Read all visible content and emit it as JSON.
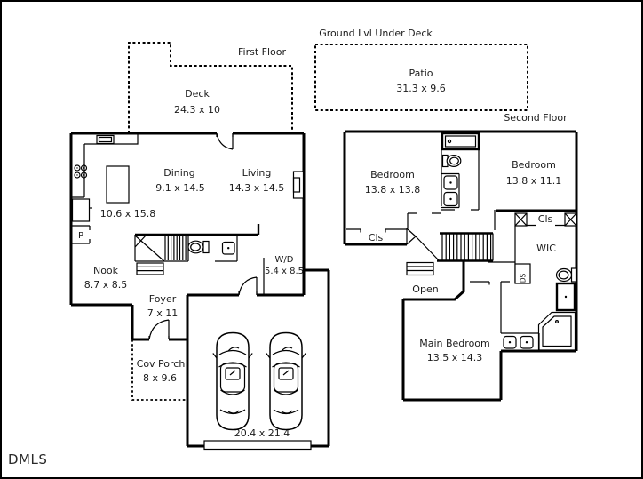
{
  "watermark": "DMLS",
  "captions": {
    "ground_lvl": "Ground Lvl Under Deck",
    "first_floor": "First Floor",
    "second_floor": "Second Floor"
  },
  "patio": {
    "name": "Patio",
    "dims": "31.3 x 9.6"
  },
  "first_floor": {
    "deck": {
      "name": "Deck",
      "dims": "24.3 x 10"
    },
    "dining": {
      "name": "Dining",
      "dims": "9.1 x 14.5"
    },
    "living": {
      "name": "Living",
      "dims": "14.3 x 14.5"
    },
    "kitchen": {
      "dims": "10.6 x 15.8"
    },
    "pantry": {
      "name": "P"
    },
    "nook": {
      "name": "Nook",
      "dims": "8.7 x 8.5"
    },
    "foyer": {
      "name": "Foyer",
      "dims": "7 x 11"
    },
    "laundry": {
      "name": "W/D",
      "dims": "5.4 x 8.5"
    },
    "cov_porch": {
      "name": "Cov Porch",
      "dims": "8 x 9.6"
    },
    "garage": {
      "dims": "20.4 x 21.4"
    }
  },
  "second_floor": {
    "bedroom_left": {
      "name": "Bedroom",
      "dims": "13.8 x 13.8"
    },
    "bedroom_right": {
      "name": "Bedroom",
      "dims": "13.8 x 11.1"
    },
    "closet_left": {
      "name": "Cls"
    },
    "closet_right": {
      "name": "Cls"
    },
    "wic": {
      "name": "WIC"
    },
    "open_below": {
      "name": "Open"
    },
    "duct": {
      "name": "DS"
    },
    "main_bedroom": {
      "name": "Main Bedroom",
      "dims": "13.5 x 14.3"
    }
  }
}
